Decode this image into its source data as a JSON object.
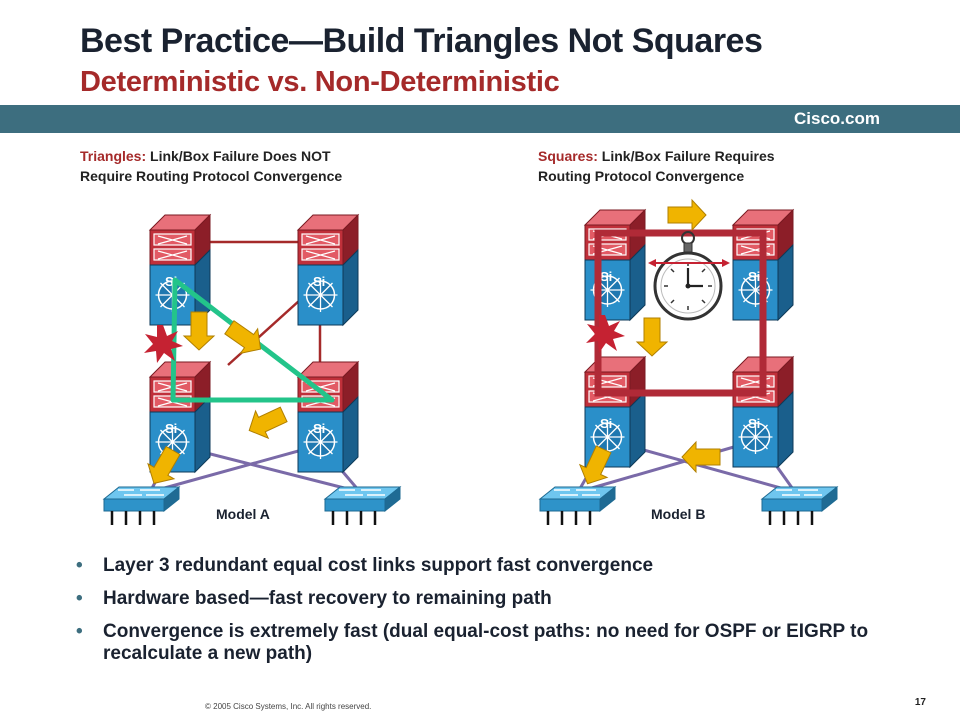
{
  "slide": {
    "title": "Best Practice—Build Triangles Not Squares",
    "subtitle": "Deterministic vs. Non-Deterministic",
    "brand": "Cisco.com",
    "footer": "© 2005 Cisco Systems, Inc. All rights reserved.",
    "page_number": "17"
  },
  "left_caption": {
    "highlight": "Triangles:",
    "line1_rest": " Link/Box Failure Does NOT",
    "line2": "Require Routing Protocol Convergence"
  },
  "right_caption": {
    "highlight": "Squares:",
    "line1_rest": " Link/Box Failure Requires",
    "line2": "Routing Protocol Convergence"
  },
  "models": {
    "a_label": "Model A",
    "b_label": "Model B",
    "switch_badge": "Si"
  },
  "bullets": [
    "Layer 3 redundant equal cost links support fast convergence",
    "Hardware based—fast recovery to remaining path",
    "Convergence is extremely fast (dual equal-cost paths: no need for OSPF or EIGRP to recalculate a new path)"
  ],
  "colors": {
    "title": "#1a2230",
    "accent": "#a52a2a",
    "brand_bar": "#3d6e7f",
    "router_red": "#c0303a",
    "switch_blue": "#2a8fc9",
    "triangle_green": "#23c48a",
    "square_red": "#b02a37",
    "arrow_gold": "#f0b400"
  }
}
